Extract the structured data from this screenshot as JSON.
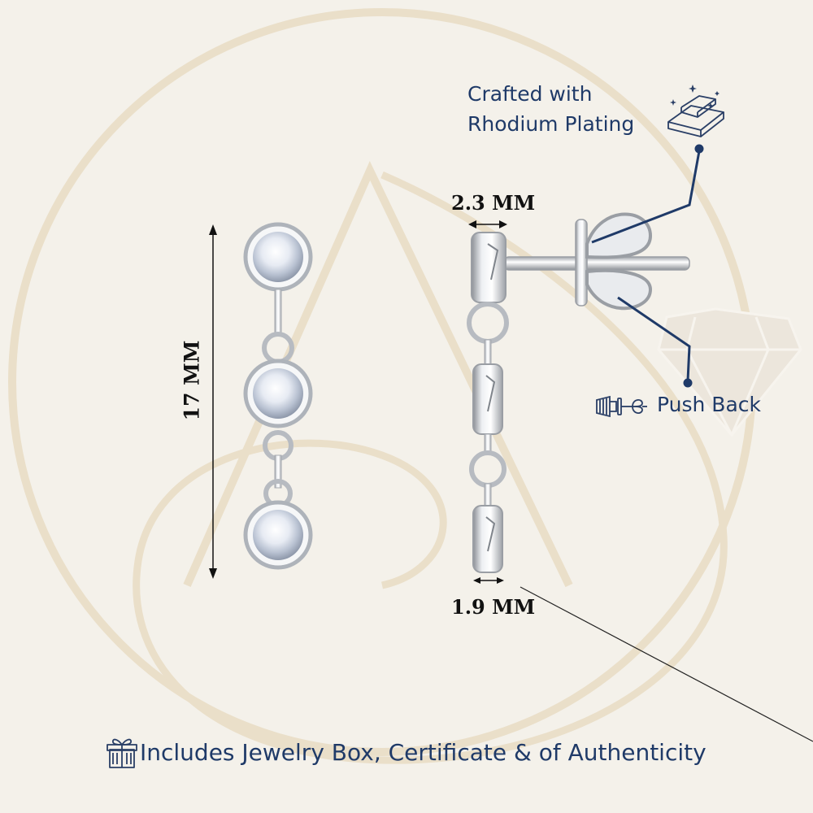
{
  "features": {
    "plating_line1": "Crafted with",
    "plating_line2": "Rhodium Plating",
    "push_back": "Push Back"
  },
  "dimensions": {
    "length": "17 MM",
    "top_width": "2.3 MM",
    "bottom_width": "1.9 MM"
  },
  "footer": {
    "text": "Includes Jewelry Box, Certificate & of Authenticity"
  },
  "colors": {
    "background": "#f4f1ea",
    "accent_navy": "#1f3a68",
    "watermark": "#eadfc9",
    "metal": "#c9ccd1"
  },
  "icons": [
    "silver-bar-icon",
    "push-back-icon",
    "gift-box-icon",
    "diamond-watermark-icon"
  ]
}
